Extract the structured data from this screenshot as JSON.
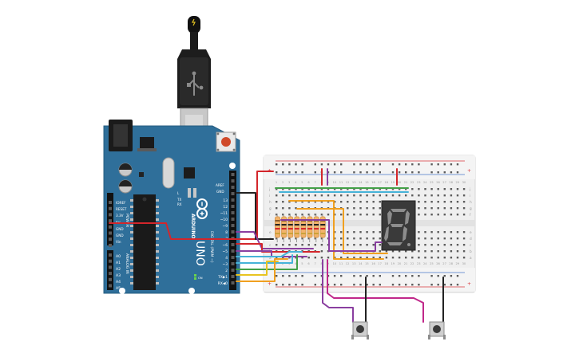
{
  "arduino": {
    "brand": "ARDUINO",
    "model": "UNO",
    "label_ioref": "IOREF",
    "label_reset": "RESET",
    "label_3v3": "3.3V",
    "label_5v": "5V",
    "label_gnd1": "GND",
    "label_gnd2": "GND",
    "label_vin": "Vin",
    "label_power": "POWER",
    "label_analog_in": "ANALOG IN",
    "analog_pins": [
      "A0",
      "A1",
      "A2",
      "A3",
      "A4",
      "A5"
    ],
    "label_aref": "AREF",
    "label_gnd_top": "GND",
    "digital_pins": [
      "13",
      "12",
      "~11",
      "~10",
      "~9",
      "8",
      "7",
      "~6",
      "~5",
      "4",
      "~3",
      "2",
      "TX▶1",
      "RX◀0"
    ],
    "label_digital": "DIGITAL (PWM ~)",
    "label_on": "ON",
    "label_l": "L",
    "label_tx": "TX",
    "label_rx": "RX"
  },
  "breadboard": {
    "column_numbers": [
      "1",
      "2",
      "3",
      "4",
      "5",
      "6",
      "7",
      "8",
      "9",
      "10",
      "11",
      "12",
      "13",
      "14",
      "15",
      "16",
      "17",
      "18",
      "19",
      "20",
      "21",
      "22",
      "23",
      "24",
      "25",
      "26",
      "27",
      "28",
      "29",
      "30"
    ],
    "row_letters_top": [
      "j",
      "i",
      "h",
      "g",
      "f"
    ],
    "row_letters_bottom": [
      "e",
      "d",
      "c",
      "b",
      "a"
    ]
  },
  "display": {
    "digit": "8"
  },
  "colors": {
    "board": "#2f6f9a",
    "board_dark": "#1f5577",
    "wire_red": "#d3262b",
    "wire_black": "#222222",
    "wire_purple": "#8a3fa0",
    "wire_orange": "#f0a020",
    "wire_green": "#43a047",
    "wire_cyan": "#46b3d8",
    "wire_yellow": "#e8c420",
    "wire_magenta": "#c0288a"
  },
  "icons": [
    "usb-plug-icon",
    "reset-button-icon",
    "pushbutton-icon"
  ]
}
